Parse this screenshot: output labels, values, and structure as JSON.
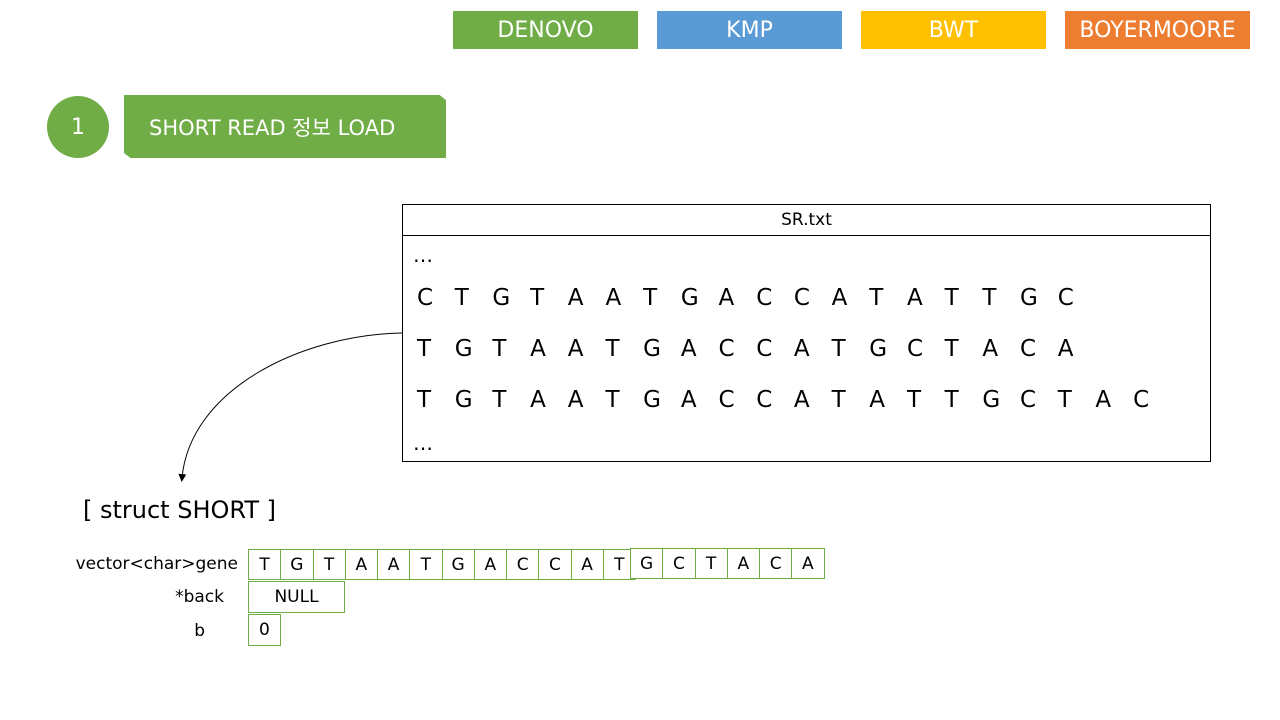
{
  "tabs": [
    {
      "label": "DENOVO",
      "color": "#70ad47"
    },
    {
      "label": "KMP",
      "color": "#5b9bd5"
    },
    {
      "label": "BWT",
      "color": "#ffc000"
    },
    {
      "label": "BOYERMOORE",
      "color": "#ed7d31"
    }
  ],
  "step": {
    "number": "1",
    "title": "SHORT READ 정보 LOAD"
  },
  "file": {
    "name": "SR.txt",
    "ellipsis_top": "…",
    "ellipsis_bottom": "…",
    "lines": [
      [
        "C",
        "T",
        "G",
        "T",
        "A",
        "A",
        "T",
        "G",
        "A",
        "C",
        "C",
        "A",
        "T",
        "A",
        "T",
        "T",
        "G",
        "C"
      ],
      [
        "T",
        "G",
        "T",
        "A",
        "A",
        "T",
        "G",
        "A",
        "C",
        "C",
        "A",
        "T",
        "G",
        "C",
        "T",
        "A",
        "C",
        "A"
      ],
      [
        "T",
        "G",
        "T",
        "A",
        "A",
        "T",
        "G",
        "A",
        "C",
        "C",
        "A",
        "T",
        "A",
        "T",
        "T",
        "G",
        "C",
        "T",
        "A",
        "C"
      ]
    ]
  },
  "struct": {
    "title": "[ struct SHORT ]",
    "gene_label": "vector<char>gene",
    "gene": [
      "T",
      "G",
      "T",
      "A",
      "A",
      "T",
      "G",
      "A",
      "C",
      "C",
      "A",
      "T",
      "G",
      "C",
      "T",
      "A",
      "C",
      "A"
    ],
    "back_label": "*back",
    "back_value": "NULL",
    "b_label": "b",
    "b_value": "0"
  }
}
